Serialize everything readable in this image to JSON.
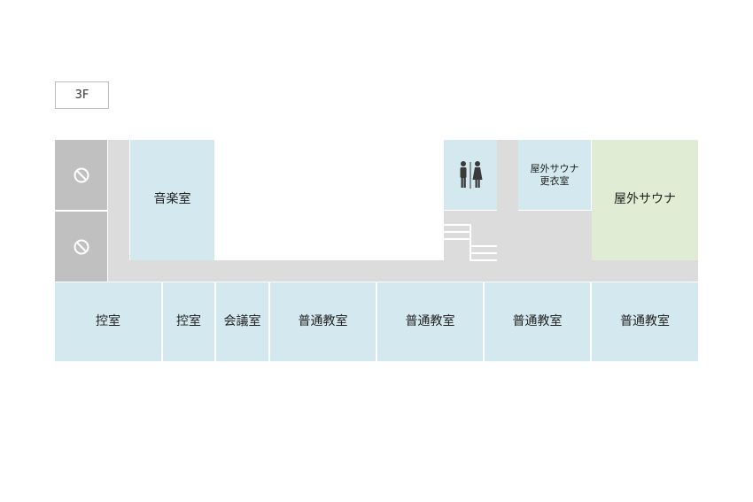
{
  "floor": {
    "label": "3F"
  },
  "rooms": {
    "music_room": "音楽室",
    "sauna_locker": "屋外サウナ\n更衣室",
    "outdoor_sauna": "屋外サウナ",
    "prep_room_1": "控室",
    "prep_room_2": "控室",
    "meeting_room": "会議室",
    "classroom_1": "普通教室",
    "classroom_2": "普通教室",
    "classroom_3": "普通教室",
    "classroom_4": "普通教室"
  },
  "icons": {
    "restricted": "no-entry-icon",
    "restroom": "restroom-icon"
  },
  "colors": {
    "room": "#d4e8ef",
    "sauna": "#e0ecd4",
    "closed": "#c0c0c0",
    "corridor": "#dcdcdc"
  }
}
